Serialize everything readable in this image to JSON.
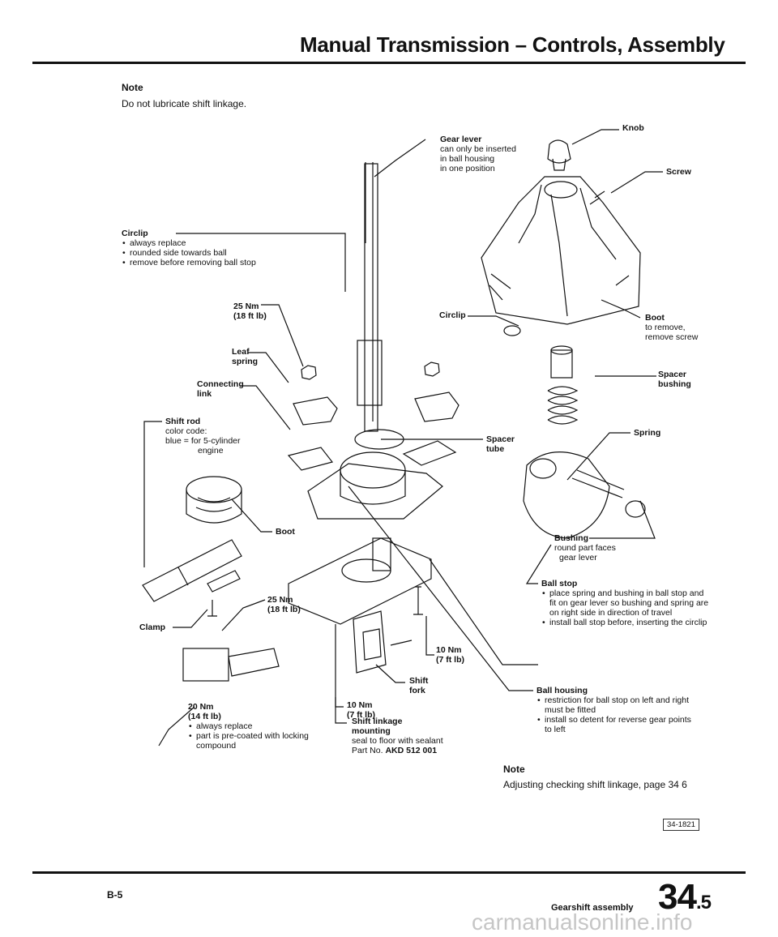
{
  "header": {
    "title": "Manual Transmission – Controls, Assembly"
  },
  "note_top": {
    "heading": "Note",
    "text": "Do not lubricate shift linkage."
  },
  "labels": {
    "gear_lever": {
      "title": "Gear lever",
      "lines": [
        "can only be inserted",
        "in ball housing",
        "in one position"
      ]
    },
    "knob": "Knob",
    "screw": "Screw",
    "circlip_left": {
      "title": "Circlip",
      "bullets": [
        "always replace",
        "rounded side towards ball",
        "remove before removing ball stop"
      ]
    },
    "torque_25_top": {
      "nm": "25 Nm",
      "ftlb": "(18 ft lb)"
    },
    "leaf_spring": {
      "title": "Leaf",
      "title2": "spring"
    },
    "connecting_link": {
      "title": "Connecting",
      "title2": "link"
    },
    "shift_rod": {
      "title": "Shift rod",
      "lines": [
        "color code:",
        "blue = for 5-cylinder",
        "engine"
      ]
    },
    "circlip_center": "Circlip",
    "boot_right": {
      "title": "Boot",
      "lines": [
        "to remove,",
        "remove screw"
      ]
    },
    "spacer_bushing": {
      "title": "Spacer",
      "title2": "bushing"
    },
    "spring": "Spring",
    "spacer_tube": {
      "title": "Spacer",
      "title2": "tube"
    },
    "boot_left": "Boot",
    "bushing": {
      "title": "Bushing",
      "lines": [
        "round part faces",
        "gear lever"
      ]
    },
    "ball_stop": {
      "title": "Ball stop",
      "bullets": [
        "place spring and bushing in ball stop and fit on gear lever so bushing and spring are on right side in direction of travel",
        "install ball stop before, inserting the circlip"
      ]
    },
    "torque_25_clamp": {
      "nm": "25 Nm",
      "ftlb": "(18 ft lb)"
    },
    "clamp": "Clamp",
    "torque_10_right": {
      "nm": "10 Nm",
      "ftlb": "(7 ft lb)"
    },
    "shift_fork": {
      "title": "Shift",
      "title2": "fork"
    },
    "ball_housing": {
      "title": "Ball housing",
      "bullets": [
        "restriction for ball stop on left and right must be fitted",
        "install so detent for reverse gear points to left"
      ]
    },
    "torque_10_left": {
      "nm": "10 Nm",
      "ftlb": "(7 ft lb)"
    },
    "torque_20": {
      "nm": "20 Nm",
      "ftlb": "(14 ft lb)",
      "bullets": [
        "always replace",
        "part is pre-coated with locking compound"
      ]
    },
    "shift_linkage_mounting": {
      "title": "Shift linkage",
      "title2": "mounting",
      "lines": [
        "seal to floor with sealant"
      ],
      "part_prefix": "Part No. ",
      "part_no": "AKD 512 001"
    }
  },
  "note_bottom": {
    "heading": "Note",
    "text": "Adjusting checking shift linkage, page 34 6"
  },
  "figure_number": "34-1821",
  "footer": {
    "page_left": "B-5",
    "section_title": "Gearshift assembly",
    "page_number_main": "34",
    "page_number_sub": ".5",
    "watermark": "carmanualsonline.info"
  }
}
